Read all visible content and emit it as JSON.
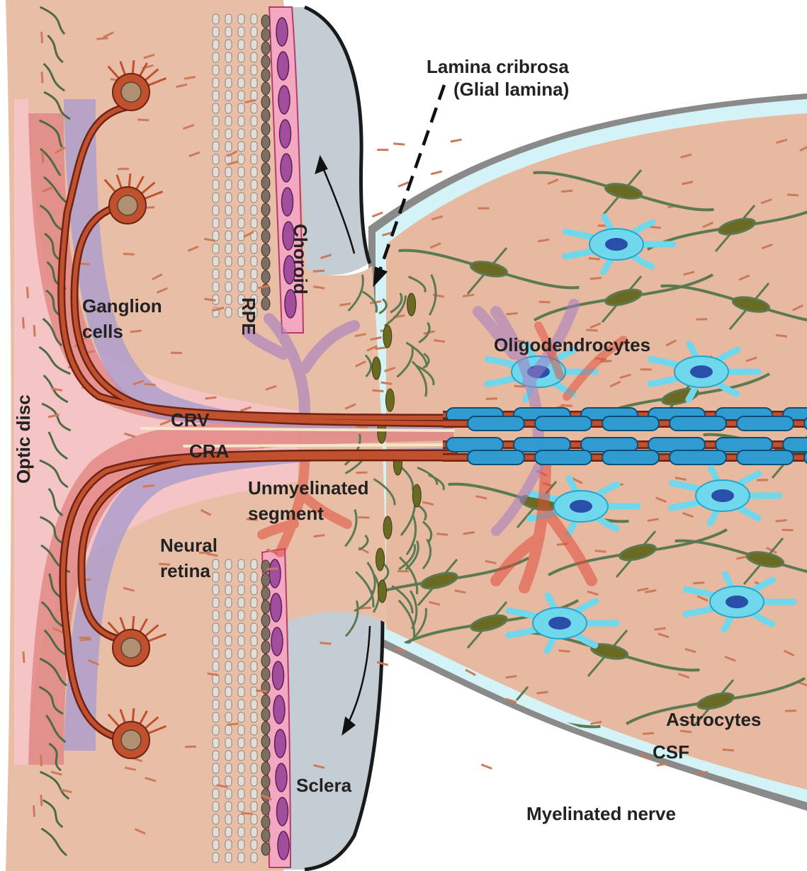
{
  "labels": {
    "lamina_line1": "Lamina cribrosa",
    "lamina_line2": "(Glial lamina)",
    "choroid": "Choroid",
    "rpe": "RPE",
    "ganglion_line1": "Ganglion",
    "ganglion_line2": "cells",
    "optic_disc": "Optic disc",
    "oligodendrocytes": "Oligodendrocytes",
    "crv": "CRV",
    "cra": "CRA",
    "unmyelinated_line1": "Unmyelinated",
    "unmyelinated_line2": "segment",
    "neural_line1": "Neural",
    "neural_line2": "retina",
    "astrocytes": "Astrocytes",
    "csf": "CSF",
    "sclera": "Sclera",
    "myelinated_nerve": "Myelinated nerve"
  },
  "colors": {
    "tissue": "#e8bfa6",
    "nerve": "#e6b9a0",
    "sclera": "#c5cdd4",
    "csf": "#d4f3f7",
    "sheath": "#8a8a8a",
    "pink_region": "#f6c6c9",
    "red_band": "#e08080",
    "purple_band": "#a699cf",
    "vessel": "#c0502e",
    "vessel_dark": "#6e2212",
    "myelin": "#2f9bd0",
    "oligo": "#6fd8ec",
    "oligo_nucleus": "#2a4fa8",
    "astro": "#5c7a52",
    "astro_nucleus": "#6b6a22",
    "choroid": "#f3a7c0",
    "choroid_cell": "#a24e9c",
    "dash": "#cd7a5a"
  }
}
